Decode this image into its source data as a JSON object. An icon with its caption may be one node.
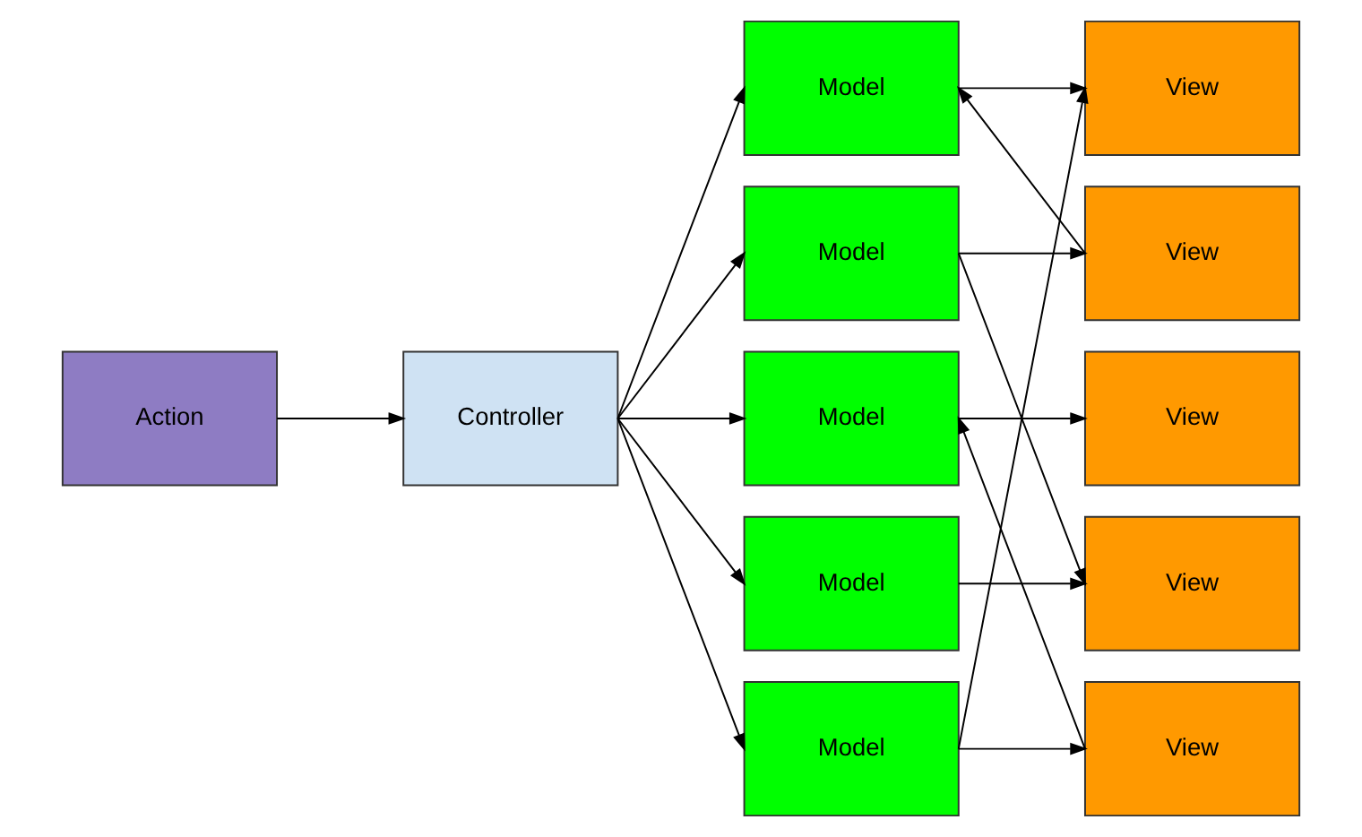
{
  "diagram": {
    "nodes": [
      {
        "text": [
          "Action"
        ]
      },
      {
        "text": [
          "Controller"
        ]
      },
      {
        "text": [
          "Model"
        ]
      },
      {
        "text": [
          "Model"
        ]
      },
      {
        "text": [
          "Model"
        ]
      },
      {
        "text": [
          "Model"
        ]
      },
      {
        "text": [
          "Model"
        ]
      },
      {
        "text": [
          "View"
        ]
      },
      {
        "text": [
          "View"
        ]
      },
      {
        "text": [
          "View"
        ]
      },
      {
        "text": [
          "View"
        ]
      },
      {
        "text": [
          "View"
        ]
      }
    ],
    "edges": [
      {
        "from": 0,
        "to": 1,
        "arrow": "to"
      },
      {
        "from": 1,
        "to": 2,
        "arrow": "to"
      },
      {
        "from": 1,
        "to": 3,
        "arrow": "to"
      },
      {
        "from": 1,
        "to": 4,
        "arrow": "to"
      },
      {
        "from": 1,
        "to": 5,
        "arrow": "to"
      },
      {
        "from": 1,
        "to": 6,
        "arrow": "to"
      },
      {
        "from": 2,
        "to": 7,
        "arrow": "to"
      },
      {
        "from": 8,
        "to": 2,
        "arrow": "to"
      },
      {
        "from": 3,
        "to": 8,
        "arrow": "to"
      },
      {
        "from": 3,
        "to": 10,
        "arrow": "to"
      },
      {
        "from": 4,
        "to": 9,
        "arrow": "to"
      },
      {
        "from": 11,
        "to": 4,
        "arrow": "to"
      },
      {
        "from": 5,
        "to": 10,
        "arrow": "to"
      },
      {
        "from": 6,
        "to": 11,
        "arrow": "to"
      },
      {
        "from": 6,
        "to": 7,
        "arrow": "to"
      }
    ]
  }
}
